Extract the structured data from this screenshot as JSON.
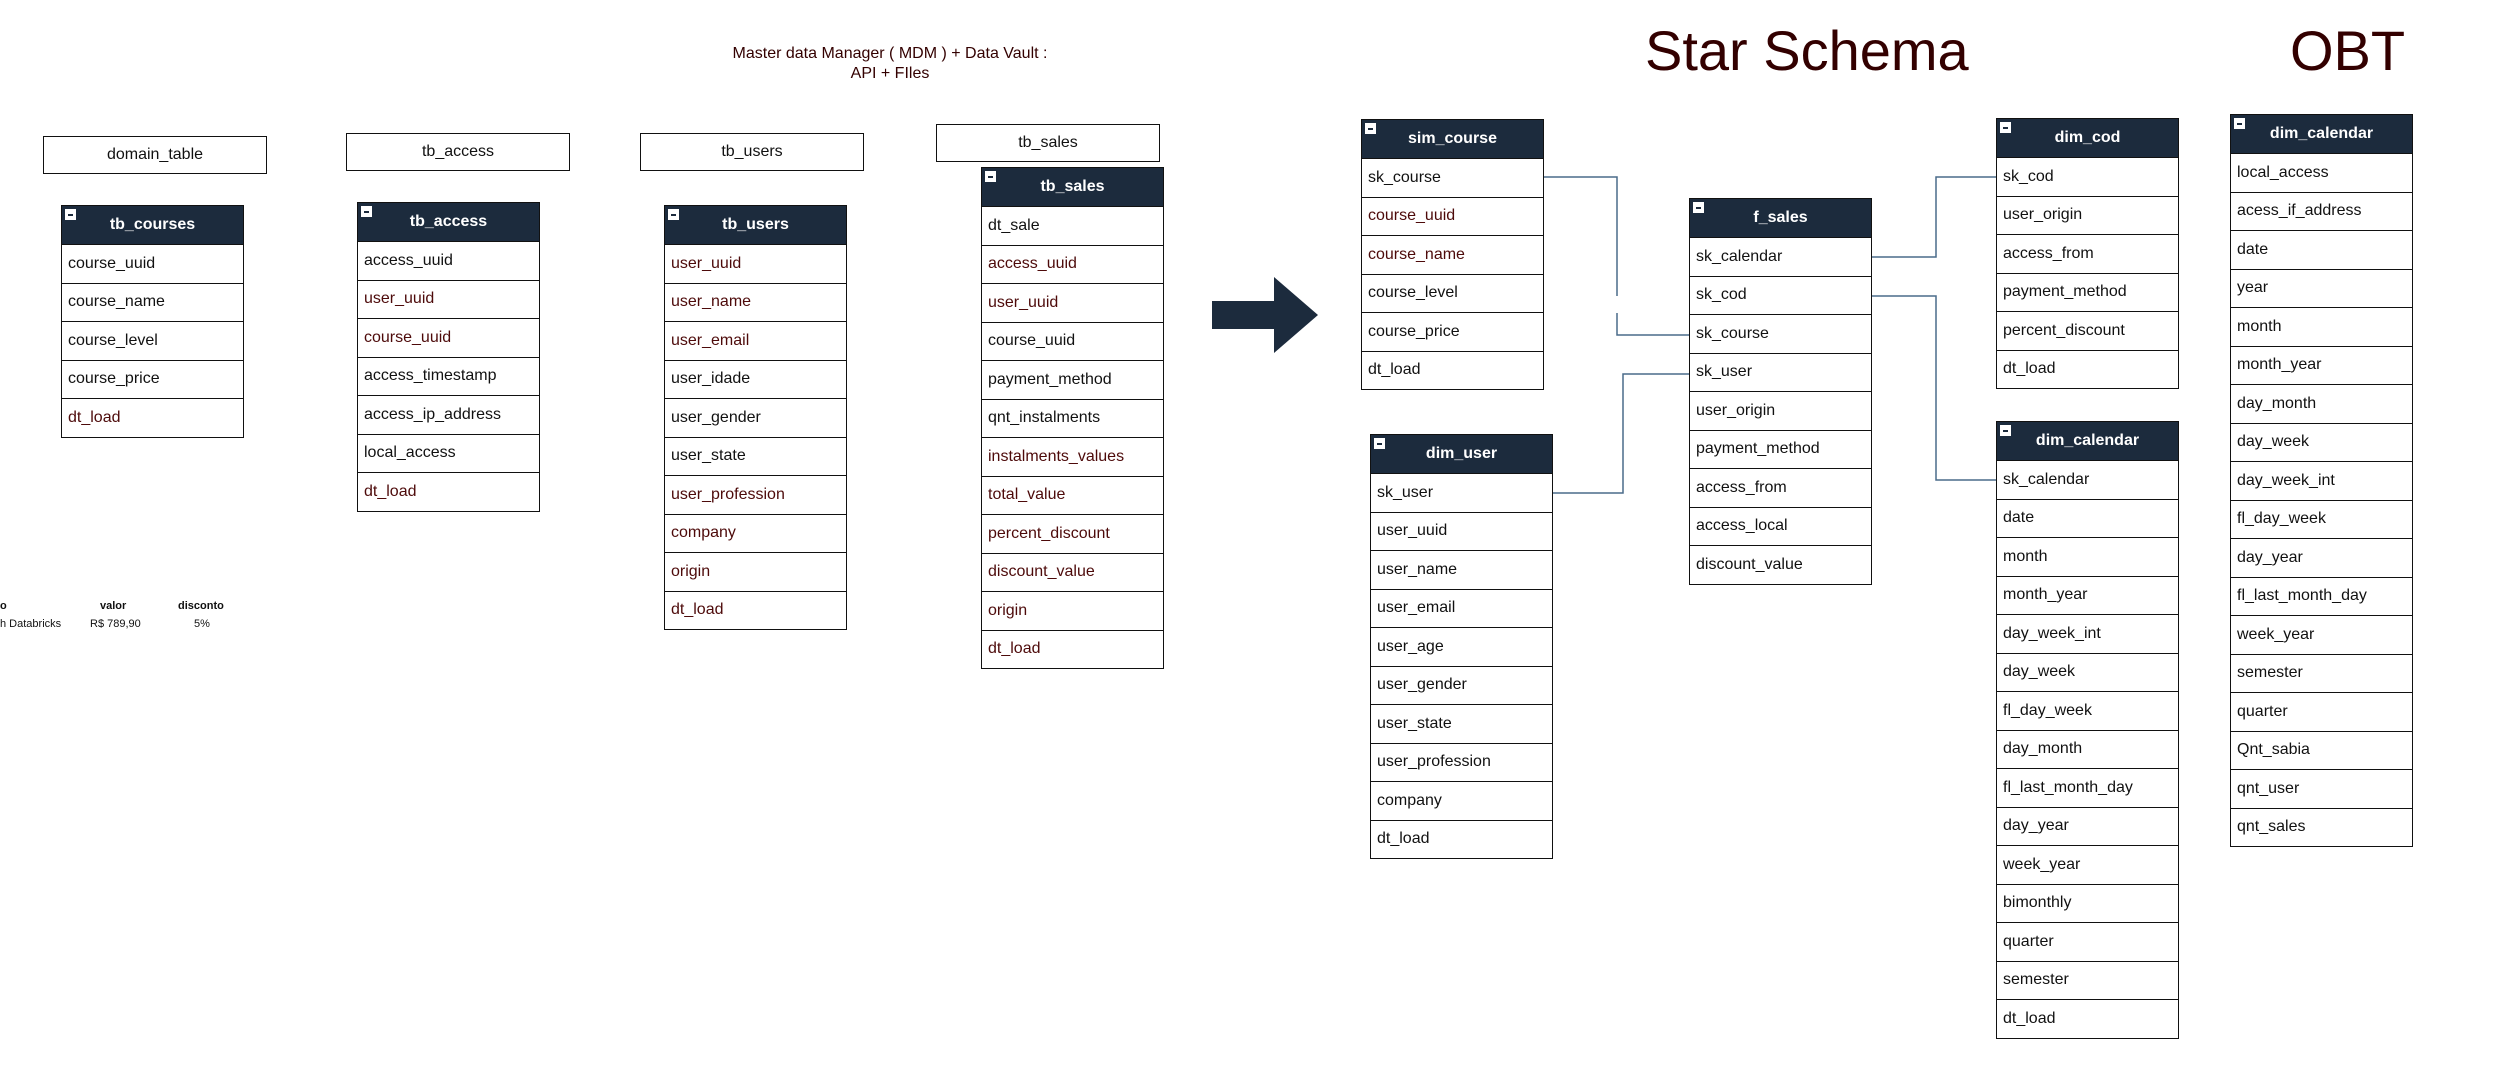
{
  "mdm_title": "Master data Manager ( MDM ) + Data Vault :",
  "mdm_subtitle": "API + FIles",
  "star_title": "Star Schema",
  "obt_title": "OBT",
  "labels": {
    "domain_table": "domain_table",
    "tb_access": "tb_access",
    "tb_users": "tb_users",
    "tb_sales": "tb_sales"
  },
  "snippet": {
    "h1": "o",
    "h2": "valor",
    "h3": "disconto",
    "c1": "h Databricks",
    "c2": "R$ 789,90",
    "c3": "5%"
  },
  "tables": {
    "tb_courses": {
      "name": "tb_courses",
      "rows": [
        "course_uuid",
        "course_name",
        "course_level",
        "course_price",
        "dt_load"
      ]
    },
    "tb_access": {
      "name": "tb_access",
      "rows": [
        "access_uuid",
        "user_uuid",
        "course_uuid",
        "access_timestamp",
        "access_ip_address",
        "local_access",
        "dt_load"
      ]
    },
    "tb_users": {
      "name": "tb_users",
      "rows": [
        "user_uuid",
        "user_name",
        "user_email",
        "user_idade",
        "user_gender",
        "user_state",
        "user_profession",
        "company",
        "origin",
        "dt_load"
      ]
    },
    "tb_sales": {
      "name": "tb_sales",
      "rows": [
        "dt_sale",
        "access_uuid",
        "user_uuid",
        "course_uuid",
        "payment_method",
        "qnt_instalments",
        "instalments_values",
        "total_value",
        "percent_discount",
        "discount_value",
        "origin",
        "dt_load"
      ]
    },
    "sim_course": {
      "name": "sim_course",
      "rows": [
        "sk_course",
        "course_uuid",
        "course_name",
        "course_level",
        "course_price",
        "dt_load"
      ]
    },
    "dim_user": {
      "name": "dim_user",
      "rows": [
        "sk_user",
        "user_uuid",
        "user_name",
        "user_email",
        "user_age",
        "user_gender",
        "user_state",
        "user_profession",
        "company",
        "dt_load"
      ]
    },
    "f_sales": {
      "name": "f_sales",
      "rows": [
        "sk_calendar",
        "sk_cod",
        "sk_course",
        "sk_user",
        "user_origin",
        "payment_method",
        "access_from",
        "access_local",
        "discount_value"
      ]
    },
    "dim_cod": {
      "name": "dim_cod",
      "rows": [
        "sk_cod",
        "user_origin",
        "access_from",
        "payment_method",
        "percent_discount",
        "dt_load"
      ]
    },
    "dim_calendar": {
      "name": "dim_calendar",
      "rows": [
        "sk_calendar",
        "date",
        "month",
        "month_year",
        "day_week_int",
        "day_week",
        "fl_day_week",
        "day_month",
        "fl_last_month_day",
        "day_year",
        "week_year",
        "bimonthly",
        "quarter",
        "semester",
        "dt_load"
      ]
    },
    "obt_calendar": {
      "name": "dim_calendar",
      "rows": [
        "local_access",
        "acess_if_address",
        "date",
        "year",
        "month",
        "month_year",
        "day_month",
        "day_week",
        "day_week_int",
        "fl_day_week",
        "day_year",
        "fl_last_month_day",
        "week_year",
        "semester",
        "quarter",
        "Qnt_sabia",
        "qnt_user",
        "qnt_sales"
      ]
    }
  },
  "colors": {
    "header": "#1c2b3d",
    "text_dark_red": "#330000",
    "connector": "#4a6b8a"
  }
}
